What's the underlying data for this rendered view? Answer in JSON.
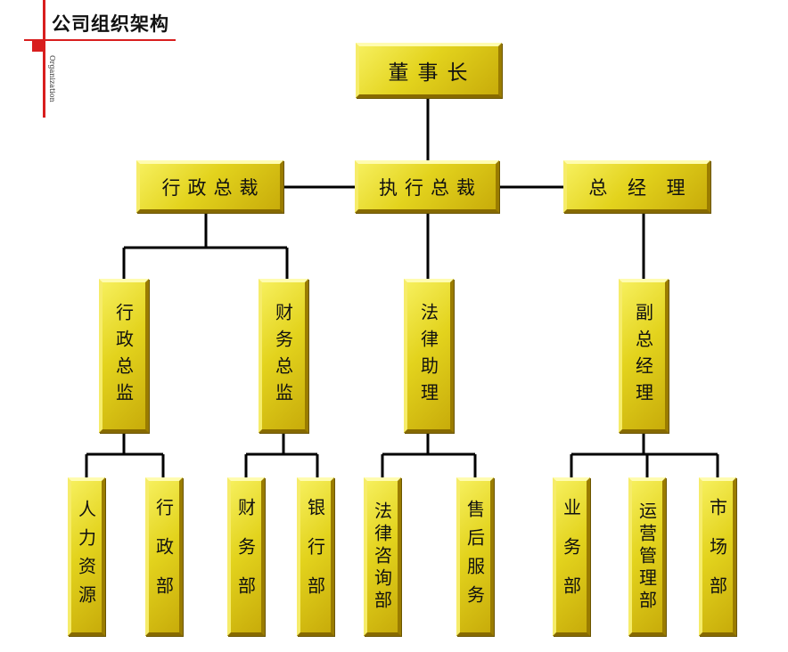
{
  "header": {
    "title": "公司组织架构",
    "subtitle": "Organization"
  },
  "chairman": "董事长",
  "executives": {
    "admin_president": "行政总裁",
    "exec_president": "执行总裁",
    "general_manager": "总 经 理"
  },
  "directors": {
    "admin_director": "行政总监",
    "finance_director": "财务总监",
    "legal_assistant": "法律助理",
    "deputy_gm": "副总经理"
  },
  "departments": {
    "hr": "人力资源",
    "admin": "行政部",
    "finance": "财务部",
    "bank": "银行部",
    "legal": "法律咨询部",
    "after_sales": "售后服务",
    "business": "业务部",
    "operations": "运营管理部",
    "market": "市场部"
  }
}
